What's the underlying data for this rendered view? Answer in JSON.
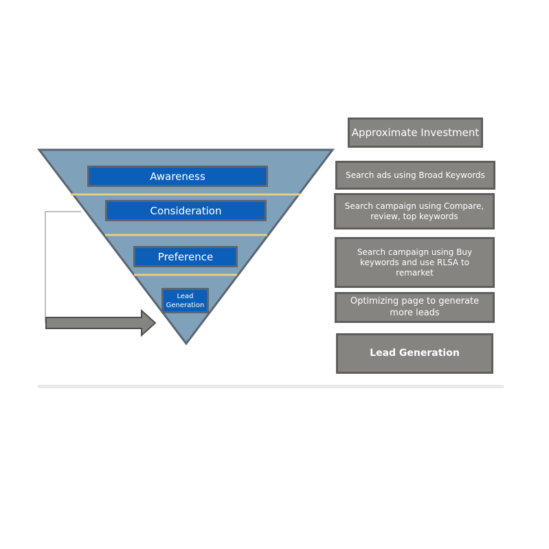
{
  "funnel": {
    "stages": [
      {
        "label": "Awareness"
      },
      {
        "label": "Consideration"
      },
      {
        "label": "Preference"
      },
      {
        "label": "Lead Generation"
      }
    ]
  },
  "investment": {
    "header": "Approximate Investment",
    "items": [
      {
        "text": "Search ads using Broad Keywords"
      },
      {
        "text": "Search campaign using Compare, review, top keywords"
      },
      {
        "text": "Search campaign using Buy keywords and use RLSA to remarket"
      },
      {
        "text": "Optimizing page to generate more leads"
      }
    ],
    "footer": "Lead Generation"
  },
  "colors": {
    "funnel_fill": "#7fa1ba",
    "funnel_stroke": "#5b6470",
    "stage_fill": "#0b5fb8",
    "divider": "#e6cd87",
    "box_fill": "#858481",
    "box_border": "#5e5e5b"
  }
}
